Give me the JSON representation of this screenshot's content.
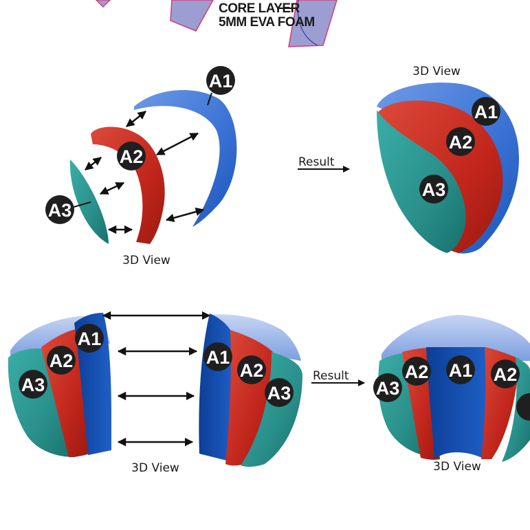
{
  "core_layer": {
    "line1": "CORE LAYER",
    "line2": "5MM EVA FOAM"
  },
  "labels": {
    "a1": "A1",
    "a2": "A2",
    "a3": "A3"
  },
  "captions": {
    "view_top_left": "3D View",
    "view_top_right": "3D View",
    "view_bottom_mid": "3D View",
    "view_bottom_right": "3D View"
  },
  "result_labels": {
    "top": "Result",
    "bottom": "Result"
  },
  "colors": {
    "a1_blue": "#2f6bd0",
    "a2_red": "#c2261c",
    "a3_teal": "#2a9a94",
    "core_purple": "#9c9ed2",
    "badge": "#1f1f1f"
  }
}
